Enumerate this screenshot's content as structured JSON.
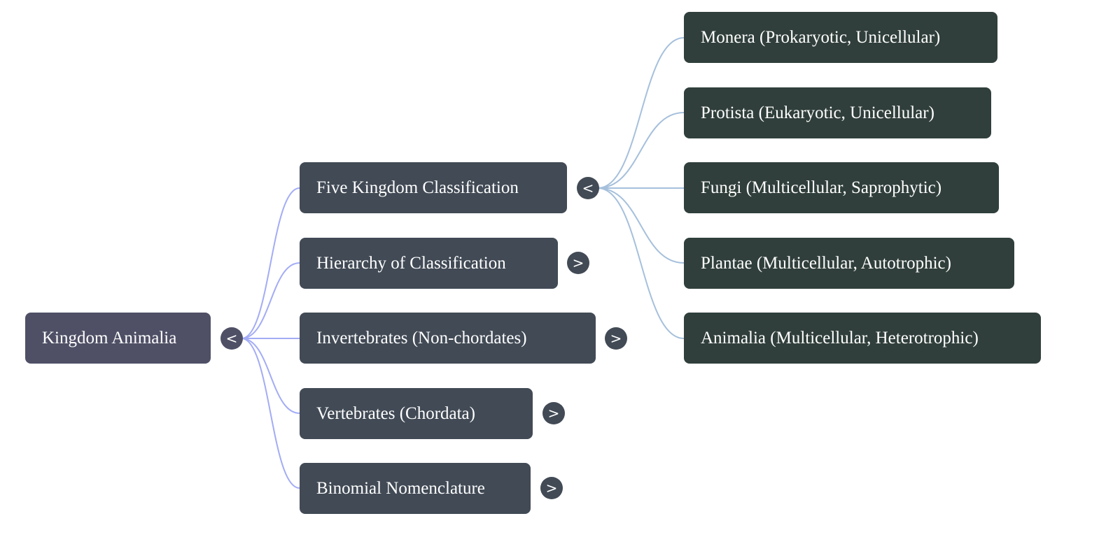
{
  "root": {
    "label": "Kingdom Animalia",
    "toggle": "<"
  },
  "children": [
    {
      "label": "Five Kingdom Classification",
      "toggle": "<"
    },
    {
      "label": "Hierarchy of Classification",
      "toggle": ">"
    },
    {
      "label": "Invertebrates (Non-chordates)",
      "toggle": ">"
    },
    {
      "label": "Vertebrates (Chordata)",
      "toggle": ">"
    },
    {
      "label": "Binomial Nomenclature",
      "toggle": ">"
    }
  ],
  "five_kingdoms": [
    {
      "label": "Monera (Prokaryotic, Unicellular)"
    },
    {
      "label": "Protista (Eukaryotic, Unicellular)"
    },
    {
      "label": "Fungi (Multicellular, Saprophytic)"
    },
    {
      "label": "Plantae (Multicellular, Autotrophic)"
    },
    {
      "label": "Animalia (Multicellular, Heterotrophic)"
    }
  ],
  "colors": {
    "root": "#4f5066",
    "level1": "#414a55",
    "level2": "#303f3b",
    "edge1": "#a3acf5",
    "edge2": "#a6c0dc"
  }
}
